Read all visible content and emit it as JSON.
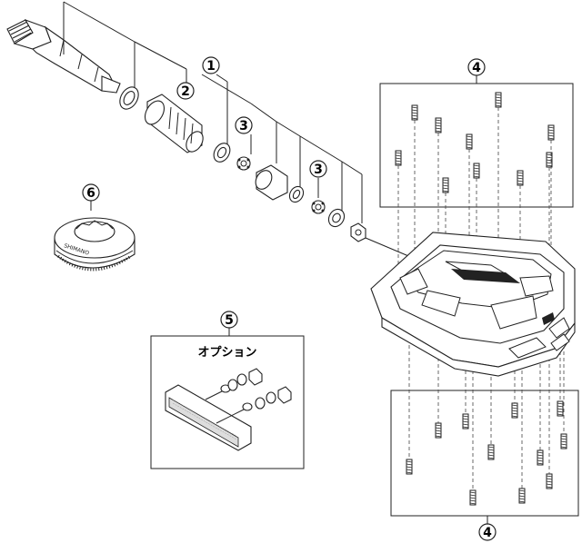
{
  "callouts": {
    "c1": "1",
    "c2": "2",
    "c3a": "3",
    "c3b": "3",
    "c4_top": "4",
    "c4_bottom": "4",
    "c5": "5",
    "c6": "6"
  },
  "option_label": "オプション",
  "lock_ring_text": "SHIMANO"
}
